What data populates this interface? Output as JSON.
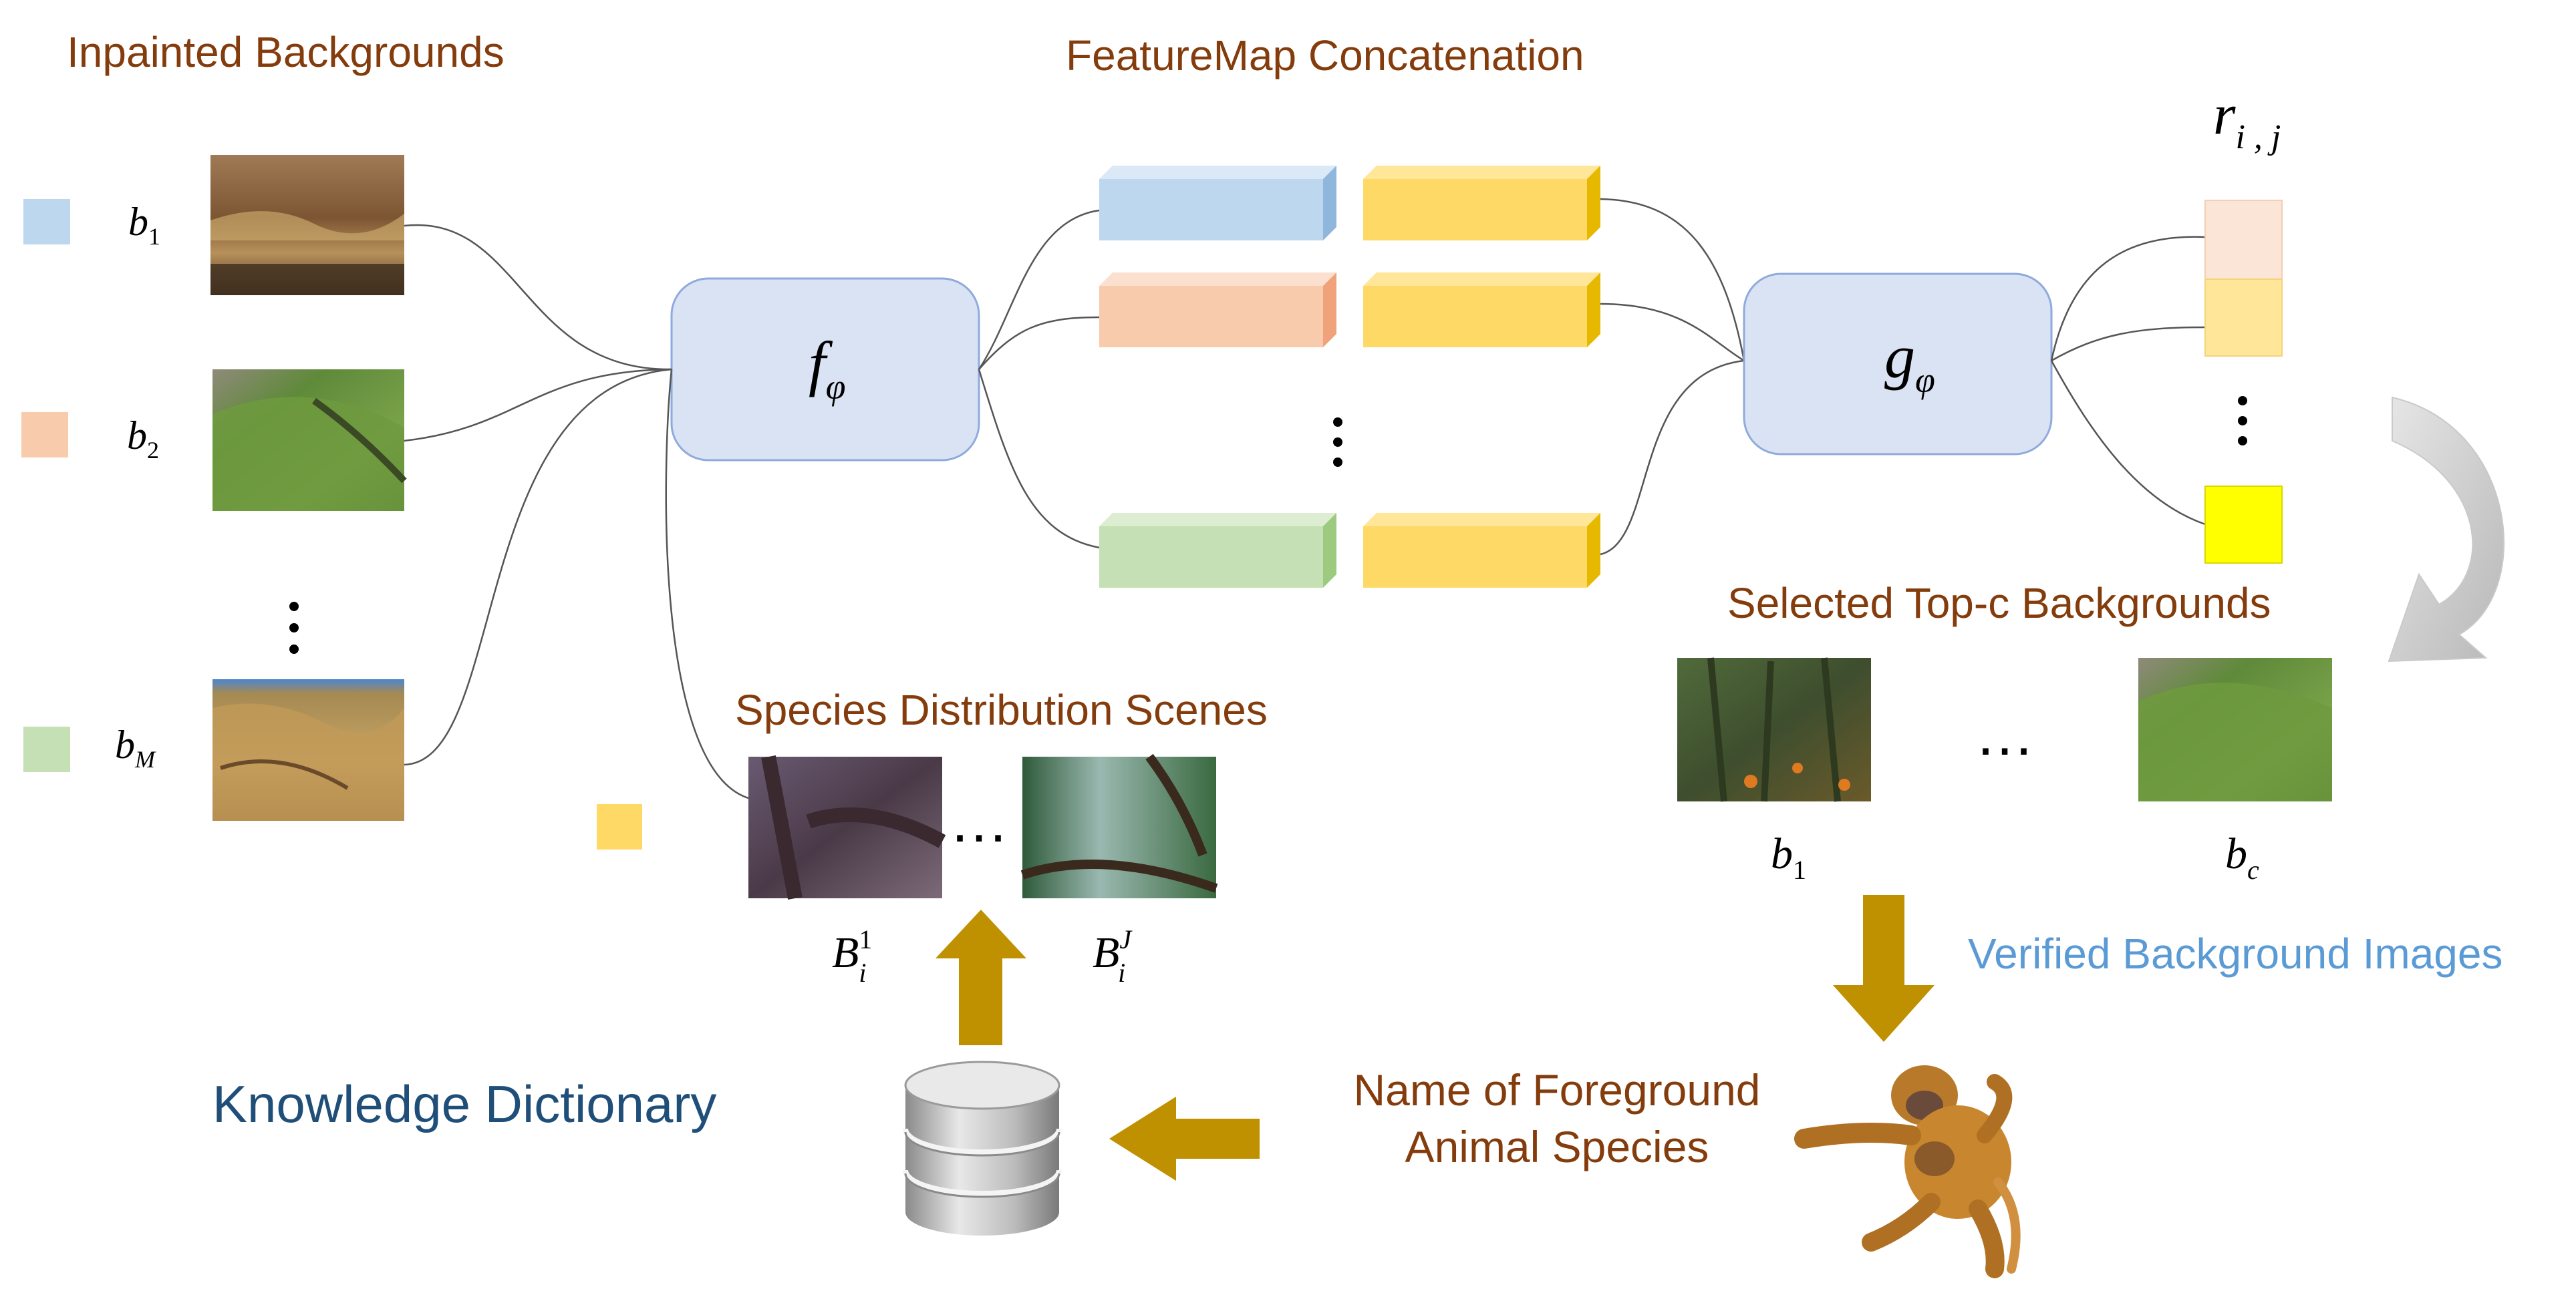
{
  "titles": {
    "inpainted": "Inpainted Backgrounds",
    "featuremap": "FeatureMap Concatenation",
    "species_scenes": "Species Distribution Scenes",
    "selected_top": "Selected Top-c Backgrounds",
    "verified": "Verified Background Images",
    "knowledge": "Knowledge Dictionary",
    "foreground_line1": "Name of Foreground",
    "foreground_line2": "Animal Species"
  },
  "math": {
    "f_main": "f",
    "f_sub": "φ",
    "g_main": "g",
    "g_sub": "φ",
    "r_main": "r",
    "r_sub": "i , j",
    "b": "b",
    "b1_sub": "1",
    "b2_sub": "2",
    "bM_sub": "M",
    "bc_sub": "c",
    "B": "B",
    "B_sub": "i",
    "B1_sup": "1",
    "BJ_sup": "J"
  },
  "ellipsis": "…",
  "colors": {
    "brown_text": "#843C0C",
    "blue_text": "#1F4E79",
    "light_blue_text": "#5B9BD5",
    "arrow_gold": "#BF9000",
    "module_fill": "#DAE3F3",
    "module_stroke": "#8FAADC",
    "feat_blue": "#BDD7EE",
    "feat_orange": "#F8CBAD",
    "feat_green": "#C5E0B4",
    "feat_yellow": "#FFD966",
    "score_yellow": "#FFFF00"
  },
  "icons": [
    "database-icon",
    "monkey-image",
    "curved-arrow-icon"
  ]
}
